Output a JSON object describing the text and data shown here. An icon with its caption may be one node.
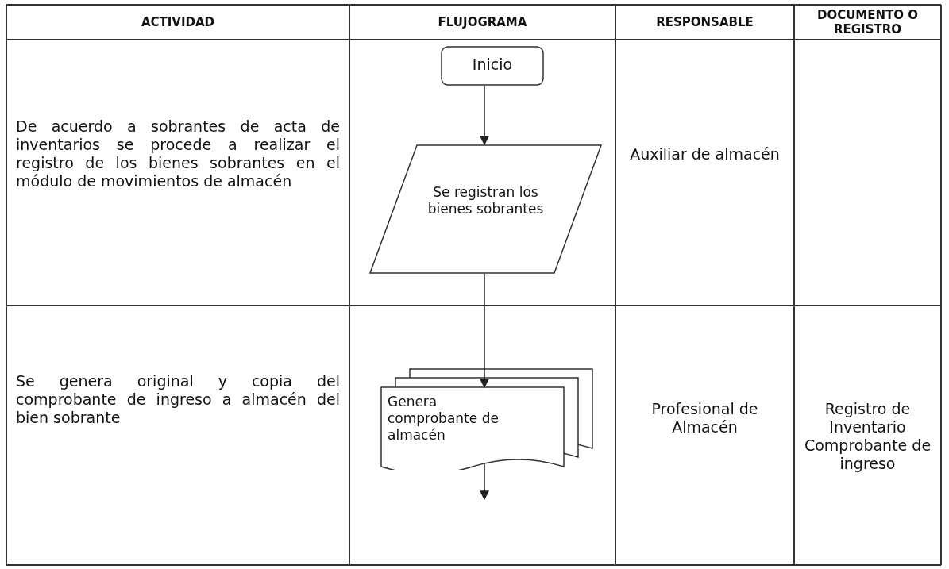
{
  "diagram": {
    "nodes": [
      {
        "text": [
          "Inicio"
        ]
      },
      {
        "text": [
          "Se registran los bienes sobrantes"
        ]
      },
      {
        "text": [
          "Genera comprobante de almacén"
        ]
      }
    ],
    "edges": [
      {
        "from": 0,
        "to": 1,
        "arrow": "to"
      },
      {
        "from": 1,
        "to": 2,
        "arrow": "to"
      },
      {
        "from": 2,
        "to": null,
        "arrow": "to"
      }
    ],
    "labels": [
      "ACTIVIDAD",
      "FLUJOGRAMA",
      "RESPONSABLE",
      "DOCUMENTO O REGISTRO",
      "De acuerdo a sobrantes de acta de inventarios se procede a realizar el registro de los bienes sobrantes en el módulo de movimientos de almacén",
      "Auxiliar de almacén",
      "Se genera original y copia del comprobante de ingreso a almacén del bien sobrante",
      "Profesional de Almacén",
      "Registro de Inventario Comprobante de ingreso"
    ]
  }
}
